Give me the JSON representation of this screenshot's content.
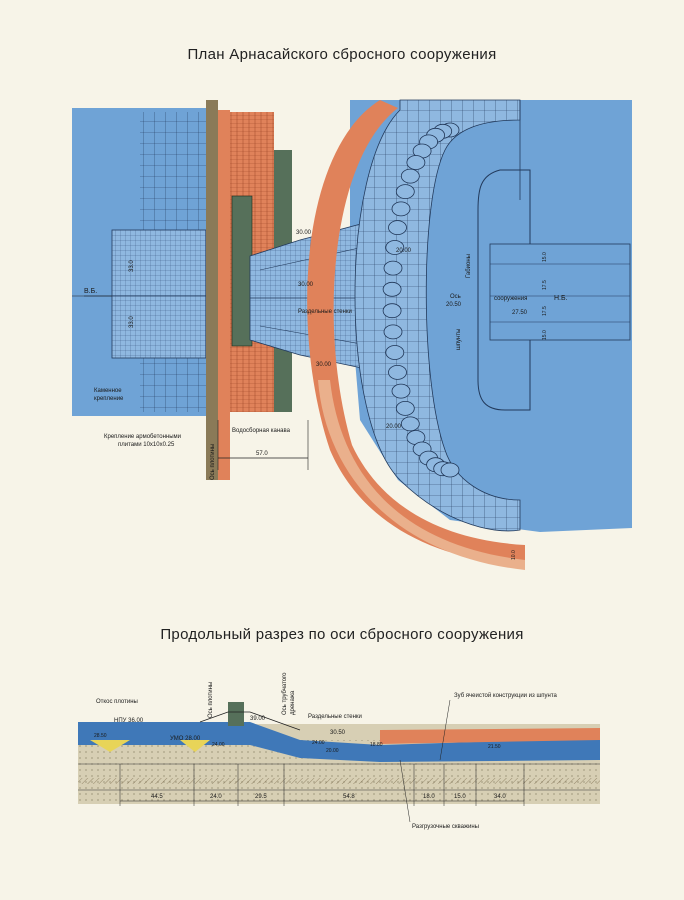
{
  "titles": {
    "plan": "План Арнасайского сбросного сооружения",
    "section": "Продольный разрез по оси сбросного сооружения"
  },
  "plan_labels": {
    "vb": "В.Б.",
    "nb": "Н.Б.",
    "kamennoe": "Каменное",
    "kreplenie": "крепление",
    "krep1": "Крепление армобетонными",
    "krep2": "плитами 10х10х0.25",
    "os_plotiny": "Ось плотины",
    "vodosbor": "Водосборная канава",
    "dim_57": "57.0",
    "razdel": "Раздельные стенки",
    "os": "Ось",
    "soor": "сооружения",
    "gabiony": "Габионы",
    "shpunty": "шпунты",
    "v_33a": "33.0",
    "v_33b": "33.0",
    "v_30a": "30.00",
    "v_30b": "30.00",
    "v_30c": "30.00",
    "v_2050": "20.50",
    "v_2000a": "20.00",
    "v_2000b": "20.00",
    "v_2750": "27.50",
    "v_150a": "15.0",
    "v_175a": "17.5",
    "v_175b": "17.5",
    "v_150b": "15.0",
    "v_100": "10.0"
  },
  "section_labels": {
    "otkos": "Откос плотины",
    "os_plotiny": "Ось плотины",
    "os_trub1": "Ось трубчатого",
    "os_trub2": "дренажа",
    "npu": "НПУ 36.00",
    "v_2850": "28.50",
    "umo": "УМО 28.00",
    "v_3900": "39.00",
    "v_2400": "24.00",
    "razdel": "Раздельные стенки",
    "v_3050": "30.50",
    "v_2400b": "24.00",
    "v_2000": "20.00",
    "v_1880": "18.80",
    "v_2150": "21.50",
    "zub": "Зуб ячеистой конструкции из шпунта",
    "razgruz": "Разгрузочные скважины",
    "dims": [
      "44.5",
      "24.0",
      "29.5",
      "54.8",
      "18.0",
      "15.0",
      "34.0"
    ]
  },
  "colors": {
    "water": "#6fa3d6",
    "water_dark": "#3f78b8",
    "orange": "#e0825a",
    "orange_dark": "#c9653a",
    "concrete": "#56705a",
    "grid": "#223a5c",
    "paper": "#f7f4e8",
    "ground": "#c9c2a8"
  }
}
